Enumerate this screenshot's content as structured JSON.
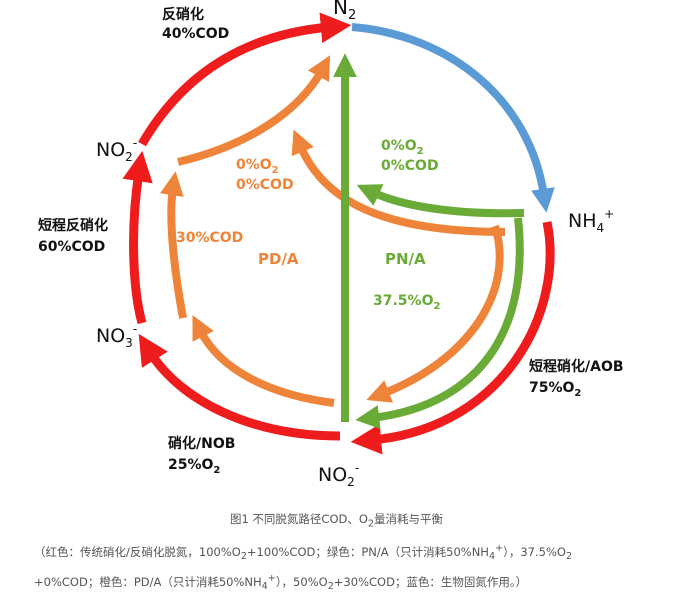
{
  "colors": {
    "red": "#ee1c1c",
    "green": "#6aaa36",
    "orange": "#ee843a",
    "blue": "#5b9bd5",
    "label": "#111111"
  },
  "nodes": {
    "n2": "N",
    "n2_sub": "2",
    "nh4": "NH",
    "nh4_sub": "4",
    "nh4_sup": "+",
    "no2_bottom": "NO",
    "no2_bottom_sub": "2",
    "no2_bottom_sup": "-",
    "no3": "NO",
    "no3_sub": "3",
    "no3_sup": "-",
    "no2_left": "NO",
    "no2_left_sub": "2",
    "no2_left_sup": "-"
  },
  "process_labels": {
    "denitrification": "反硝化",
    "denitrification_cod": "40%COD",
    "short_denitrification": "短程反硝化",
    "short_denitrification_cod": "60%COD",
    "nitrification_nob": "硝化/NOB",
    "nitrification_o2_value": "25%O",
    "nitrification_o2_sub": "2",
    "short_nitrification_aob": "短程硝化/AOB",
    "short_nitrification_o2_value": "75%O",
    "short_nitrification_o2_sub": "2"
  },
  "inner_labels": {
    "green_o2": "0%O",
    "green_o2_sub": "2",
    "green_cod": "0%COD",
    "orange_o2": "0%O",
    "orange_o2_sub": "2",
    "orange_cod": "0%COD",
    "orange_cod30": "30%COD",
    "pda": "PD/A",
    "pna": "PN/A",
    "pna_o2": "37.5%O",
    "pna_o2_sub": "2"
  },
  "caption": {
    "title": "图1  不同脱氮路径COD、O",
    "title_sub": "2",
    "title_rest": "量消耗与平衡",
    "line2_a": "（红色：传统硝化/反硝化脱氮，100%O",
    "line2_sub1": "2",
    "line2_b": "+100%COD；绿色：PN/A（只计消耗50%NH",
    "line2_sub2": "4",
    "line2_sup": "+",
    "line2_c": "），37.5%O",
    "line2_sub3": "2",
    "line3_a": "+0%COD；橙色：PD/A（只计消耗50%NH",
    "line3_sub": "4",
    "line3_sup": "+",
    "line3_b": "），50%O",
    "line3_sub2": "2",
    "line3_c": "+30%COD；蓝色：生物固氮作用。）"
  }
}
